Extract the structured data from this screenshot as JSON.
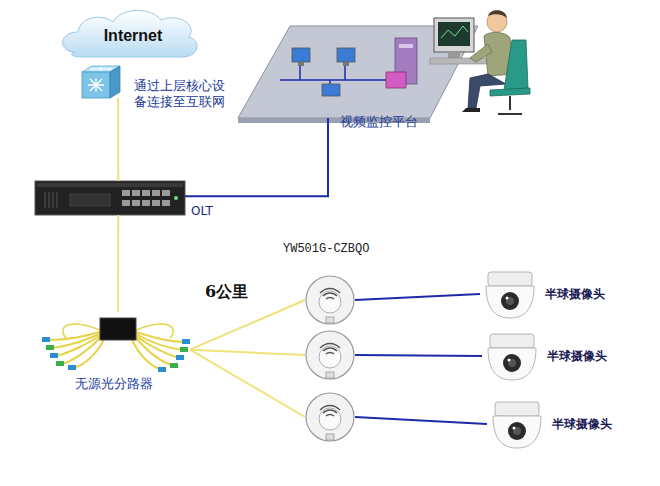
{
  "diagram": {
    "nodes": [
      {
        "text": [
          "Internet"
        ]
      },
      {
        "text": [
          "通过上层核心设备连接至互联网"
        ]
      },
      {
        "text": [
          "视频监控平台"
        ]
      },
      {
        "text": [
          "OLT"
        ]
      },
      {
        "text": [
          "无源光分路器"
        ]
      },
      {
        "text": [
          "YW501G-CZBQO"
        ]
      },
      {
        "text": []
      },
      {
        "text": []
      },
      {
        "text": [
          "半球摄像头"
        ]
      },
      {
        "text": [
          "半球摄像头"
        ]
      },
      {
        "text": [
          "半球摄像头"
        ]
      }
    ],
    "edges": [
      {
        "from": 1,
        "to": 3,
        "arrow": "none"
      },
      {
        "from": 3,
        "to": 2,
        "arrow": "none"
      },
      {
        "from": 3,
        "to": 4,
        "arrow": "none"
      },
      {
        "from": 4,
        "to": 5,
        "label": "6公里",
        "arrow": "none"
      },
      {
        "from": 4,
        "to": 6,
        "arrow": "none"
      },
      {
        "from": 4,
        "to": 7,
        "arrow": "none"
      },
      {
        "from": 5,
        "to": 8,
        "arrow": "none"
      },
      {
        "from": 6,
        "to": 9,
        "arrow": "none"
      },
      {
        "from": 7,
        "to": 10,
        "arrow": "none"
      }
    ]
  }
}
